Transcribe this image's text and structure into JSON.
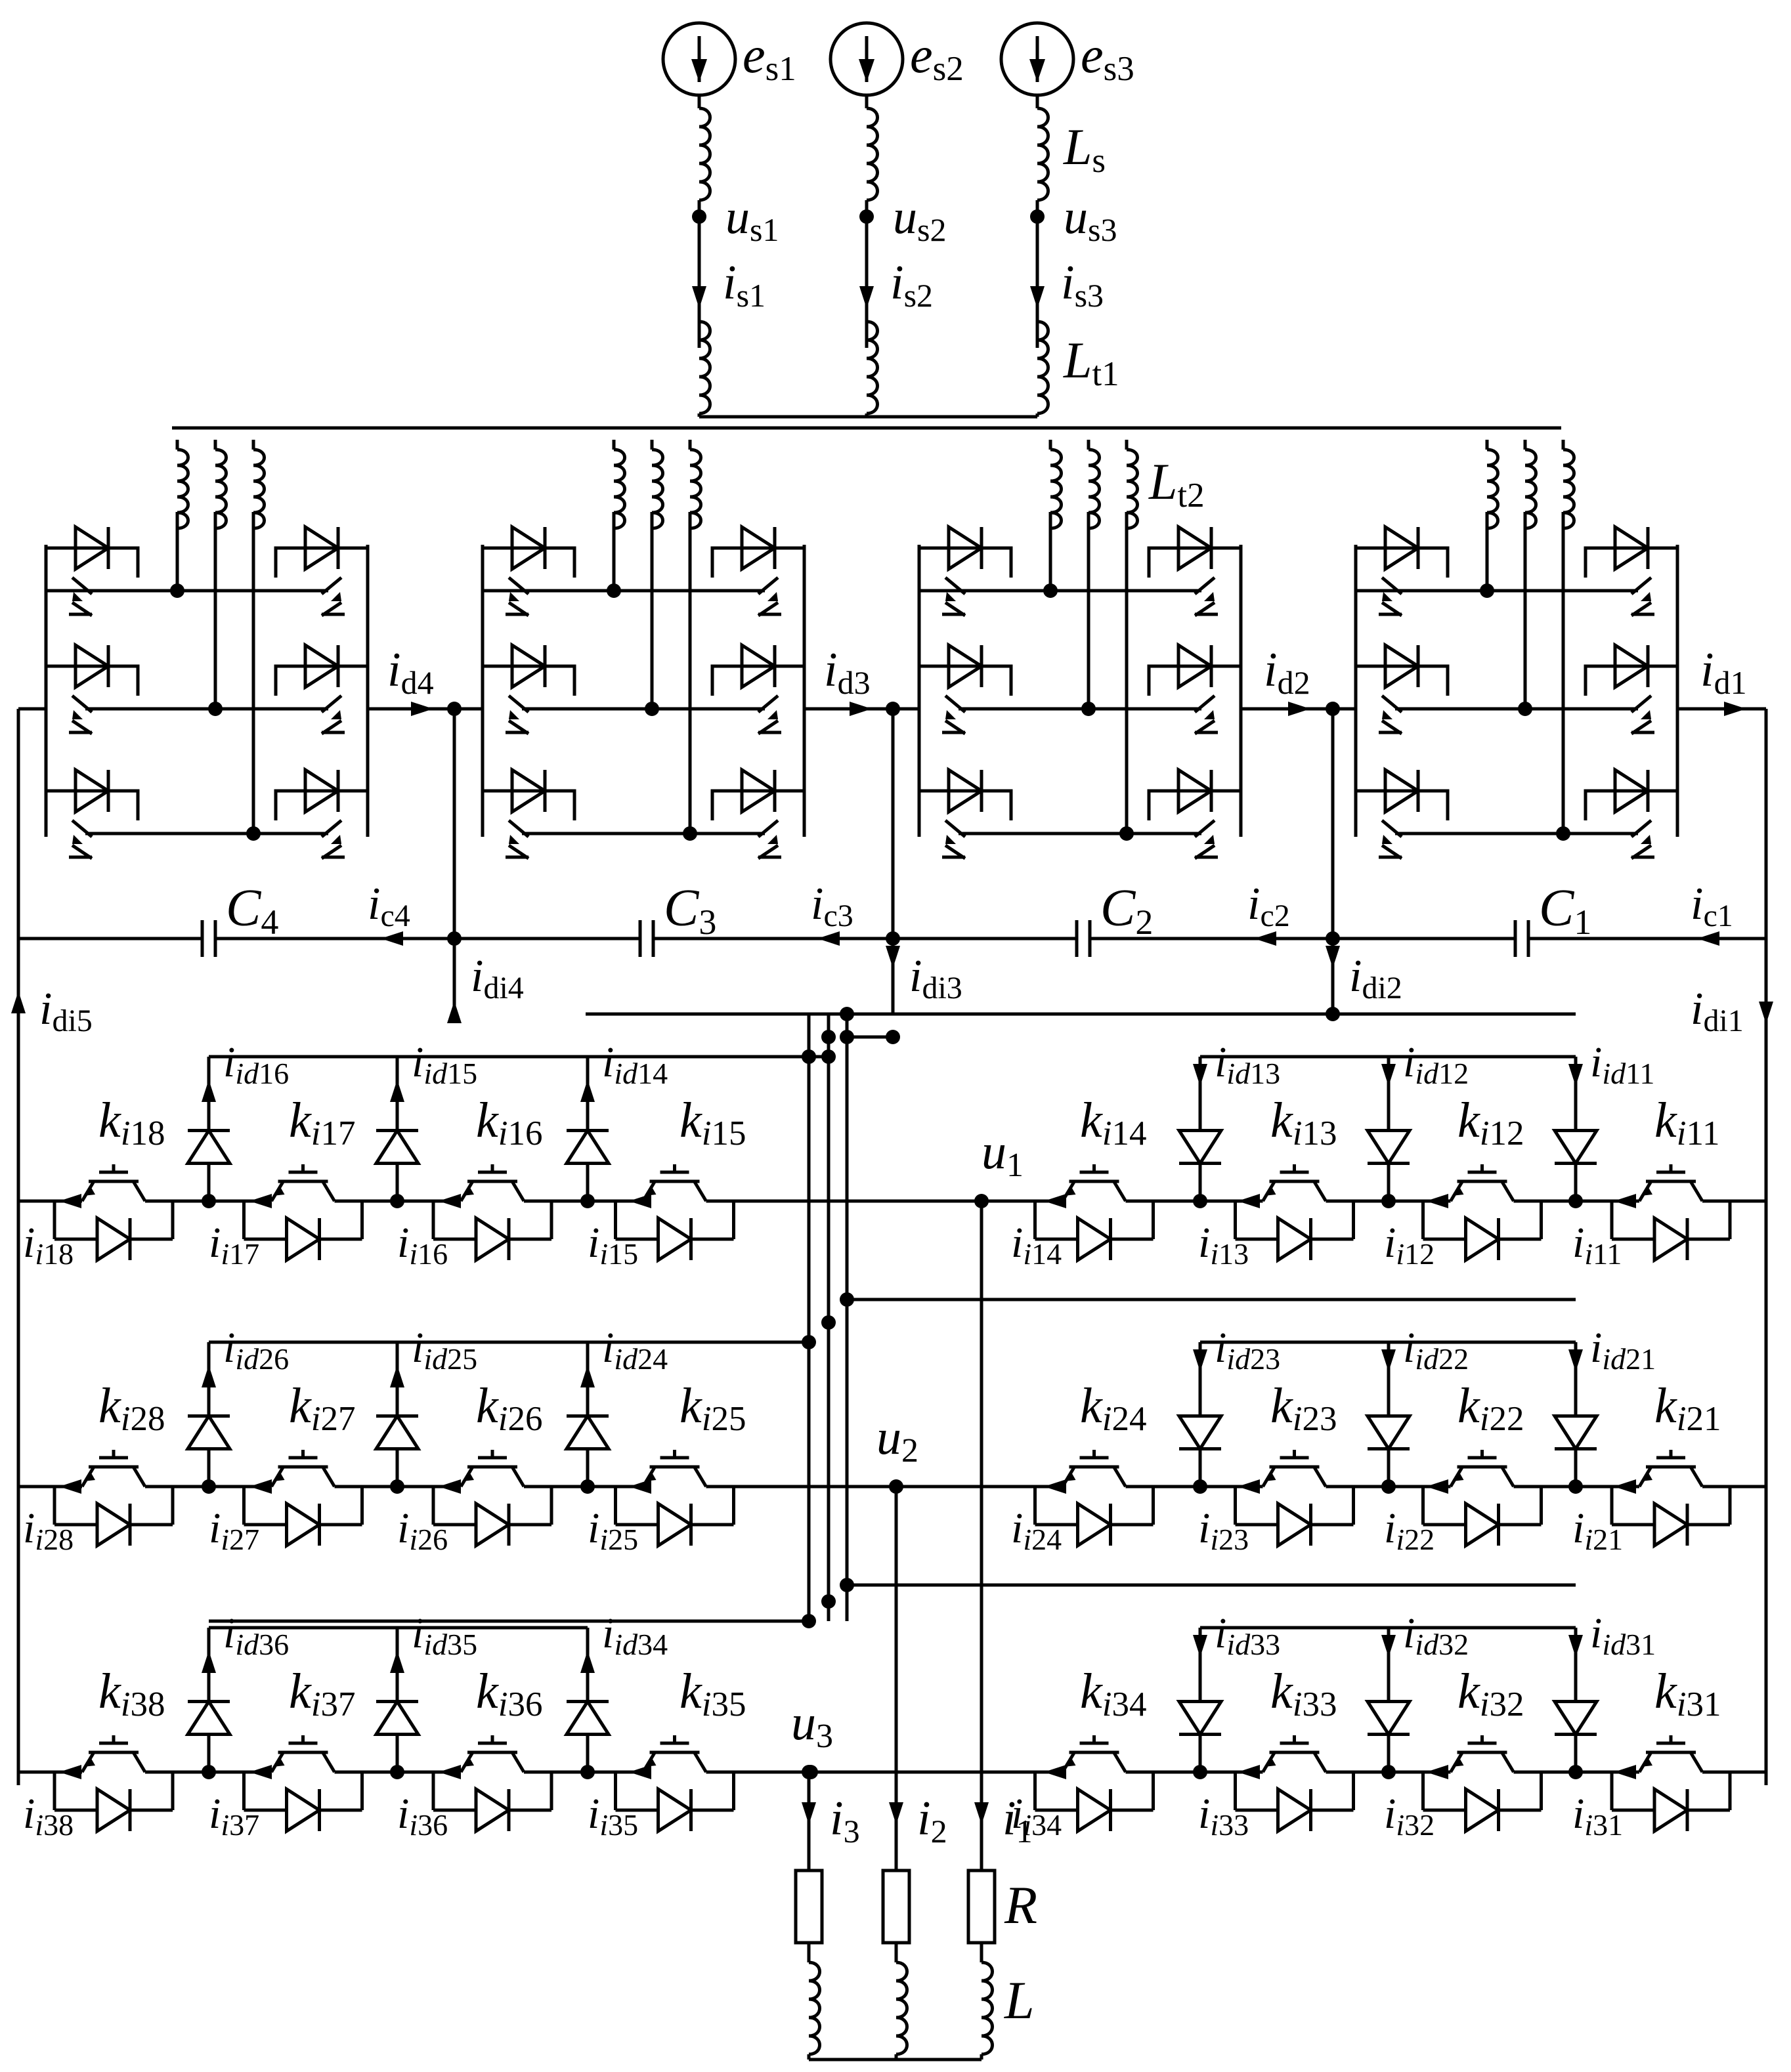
{
  "source_labels": [
    {
      "main": "e",
      "sub": "s1"
    },
    {
      "main": "e",
      "sub": "s2"
    },
    {
      "main": "e",
      "sub": "s3"
    }
  ],
  "grid_inductor_label": {
    "main": "L",
    "sub": "s"
  },
  "grid_voltage_labels": [
    {
      "main": "u",
      "sub": "s1"
    },
    {
      "main": "u",
      "sub": "s2"
    },
    {
      "main": "u",
      "sub": "s3"
    }
  ],
  "grid_current_labels": [
    {
      "main": "i",
      "sub": "s1"
    },
    {
      "main": "i",
      "sub": "s2"
    },
    {
      "main": "i",
      "sub": "s3"
    }
  ],
  "transformer_primary_label": {
    "main": "L",
    "sub": "t1"
  },
  "transformer_secondary_label": {
    "main": "L",
    "sub": "t2"
  },
  "dc_current_labels": [
    {
      "main": "i",
      "sub": "d4"
    },
    {
      "main": "i",
      "sub": "d3"
    },
    {
      "main": "i",
      "sub": "d2"
    },
    {
      "main": "i",
      "sub": "d1"
    }
  ],
  "capacitor_labels": [
    {
      "main": "C",
      "sub": "4"
    },
    {
      "main": "C",
      "sub": "3"
    },
    {
      "main": "C",
      "sub": "2"
    },
    {
      "main": "C",
      "sub": "1"
    }
  ],
  "capacitor_current_labels": [
    {
      "main": "i",
      "sub": "c4"
    },
    {
      "main": "i",
      "sub": "c3"
    },
    {
      "main": "i",
      "sub": "c2"
    },
    {
      "main": "i",
      "sub": "c1"
    }
  ],
  "dc_bus_current_labels": [
    {
      "main": "i",
      "sub": "di5"
    },
    {
      "main": "i",
      "sub": "di4"
    },
    {
      "main": "i",
      "sub": "di3"
    },
    {
      "main": "i",
      "sub": "di2"
    },
    {
      "main": "i",
      "sub": "di1"
    }
  ],
  "output_voltage_labels": [
    {
      "main": "u",
      "sub": "1"
    },
    {
      "main": "u",
      "sub": "2"
    },
    {
      "main": "u",
      "sub": "3"
    }
  ],
  "rows": [
    {
      "left_switch_labels": [
        "18",
        "17",
        "16",
        "15"
      ],
      "right_switch_labels": [
        "14",
        "13",
        "12",
        "11"
      ],
      "left_diode_current_labels": [
        "16",
        "15",
        "14"
      ],
      "right_diode_current_labels": [
        "13",
        "12",
        "11"
      ],
      "left_branch_current_labels": [
        "18",
        "17",
        "16",
        "15"
      ],
      "right_branch_current_labels": [
        "14",
        "13",
        "12",
        "11"
      ]
    },
    {
      "left_switch_labels": [
        "28",
        "27",
        "26",
        "25"
      ],
      "right_switch_labels": [
        "24",
        "23",
        "22",
        "21"
      ],
      "left_diode_current_labels": [
        "26",
        "25",
        "24"
      ],
      "right_diode_current_labels": [
        "23",
        "22",
        "21"
      ],
      "left_branch_current_labels": [
        "28",
        "27",
        "26",
        "25"
      ],
      "right_branch_current_labels": [
        "24",
        "23",
        "22",
        "21"
      ]
    },
    {
      "left_switch_labels": [
        "38",
        "37",
        "36",
        "35"
      ],
      "right_switch_labels": [
        "34",
        "33",
        "32",
        "31"
      ],
      "left_diode_current_labels": [
        "36",
        "35",
        "34"
      ],
      "right_diode_current_labels": [
        "33",
        "32",
        "31"
      ],
      "left_branch_current_labels": [
        "38",
        "37",
        "36",
        "35"
      ],
      "right_branch_current_labels": [
        "34",
        "33",
        "32",
        "31"
      ]
    }
  ],
  "load_current_labels": [
    {
      "main": "i",
      "sub": "3"
    },
    {
      "main": "i",
      "sub": "2"
    },
    {
      "main": "i",
      "sub": "1"
    }
  ],
  "load_resistor_label": "R",
  "load_inductor_label": "L"
}
